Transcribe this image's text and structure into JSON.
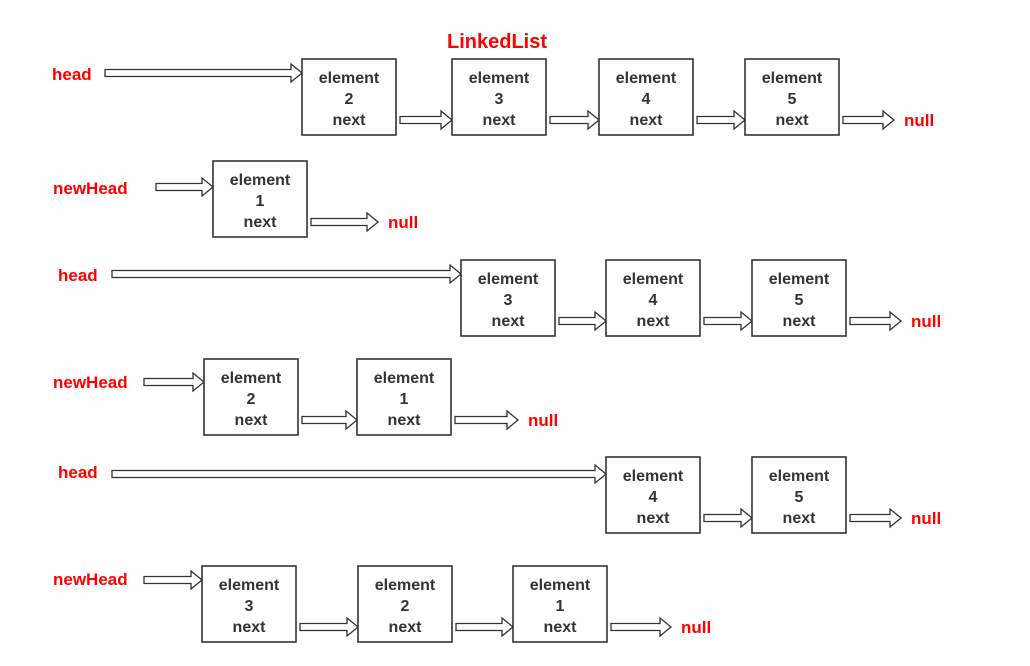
{
  "title": "LinkedList",
  "node_text": {
    "element": "element",
    "next": "next"
  },
  "null_text": "null",
  "rows": [
    {
      "pointer": "head",
      "nodes": [
        "2",
        "3",
        "4",
        "5"
      ]
    },
    {
      "pointer": "newHead",
      "nodes": [
        "1"
      ]
    },
    {
      "pointer": "head",
      "nodes": [
        "3",
        "4",
        "5"
      ]
    },
    {
      "pointer": "newHead",
      "nodes": [
        "2",
        "1"
      ]
    },
    {
      "pointer": "head",
      "nodes": [
        "4",
        "5"
      ]
    },
    {
      "pointer": "newHead",
      "nodes": [
        "3",
        "2",
        "1"
      ]
    }
  ]
}
